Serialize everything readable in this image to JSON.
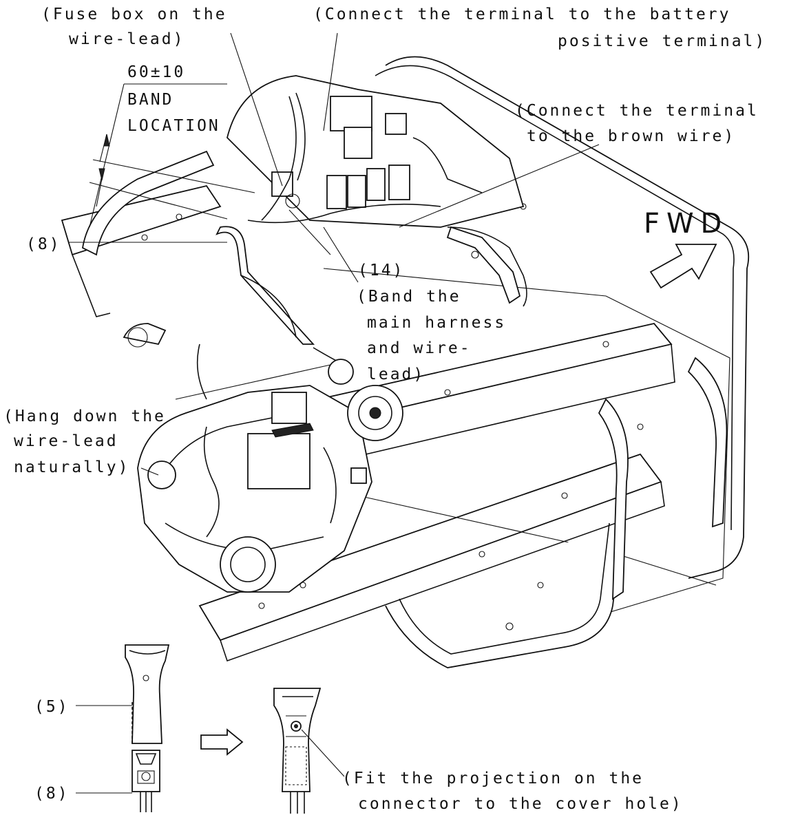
{
  "labels": {
    "fuse_box_l1": "(Fuse box on the",
    "fuse_box_l2": "wire-lead)",
    "connect_batt_l1": "(Connect the terminal to the battery",
    "connect_batt_l2": "positive terminal)",
    "band_dim": "60±10",
    "band_l1": "BAND",
    "band_l2": "LOCATION",
    "connect_brown_l1": "(Connect the terminal",
    "connect_brown_l2": "to the brown wire)",
    "fwd": "FWD",
    "ref_8_top": "(8)",
    "ref_14": "(14)",
    "band_main_l1": "(Band the",
    "band_main_l2": "main harness",
    "band_main_l3": "and wire-",
    "band_main_l4": "lead)",
    "hang_l1": "(Hang down the",
    "hang_l2": "wire-lead",
    "hang_l3": "naturally)",
    "ref_5": "(5)",
    "ref_8_bottom": "(8)",
    "fit_l1": "(Fit the projection on the",
    "fit_l2": "connector to the cover hole)"
  }
}
